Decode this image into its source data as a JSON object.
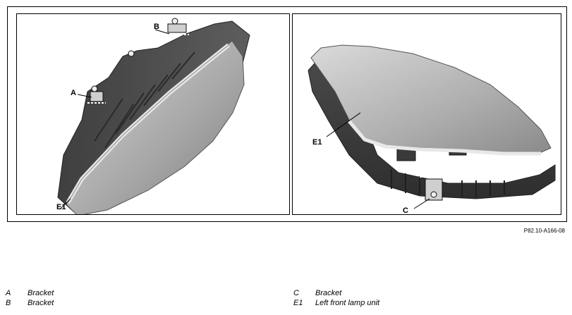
{
  "figure": {
    "left_panel": {
      "callouts": {
        "a": "A",
        "b": "B",
        "e1": "E1"
      }
    },
    "right_panel": {
      "callouts": {
        "c": "C",
        "e1": "E1"
      }
    },
    "reference_code": "P82.10-A166-08"
  },
  "legend": {
    "left": [
      {
        "key": "A",
        "desc": "Bracket"
      },
      {
        "key": "B",
        "desc": "Bracket"
      }
    ],
    "right": [
      {
        "key": "C",
        "desc": "Bracket"
      },
      {
        "key": "E1",
        "desc": "Left front lamp unit"
      }
    ]
  }
}
